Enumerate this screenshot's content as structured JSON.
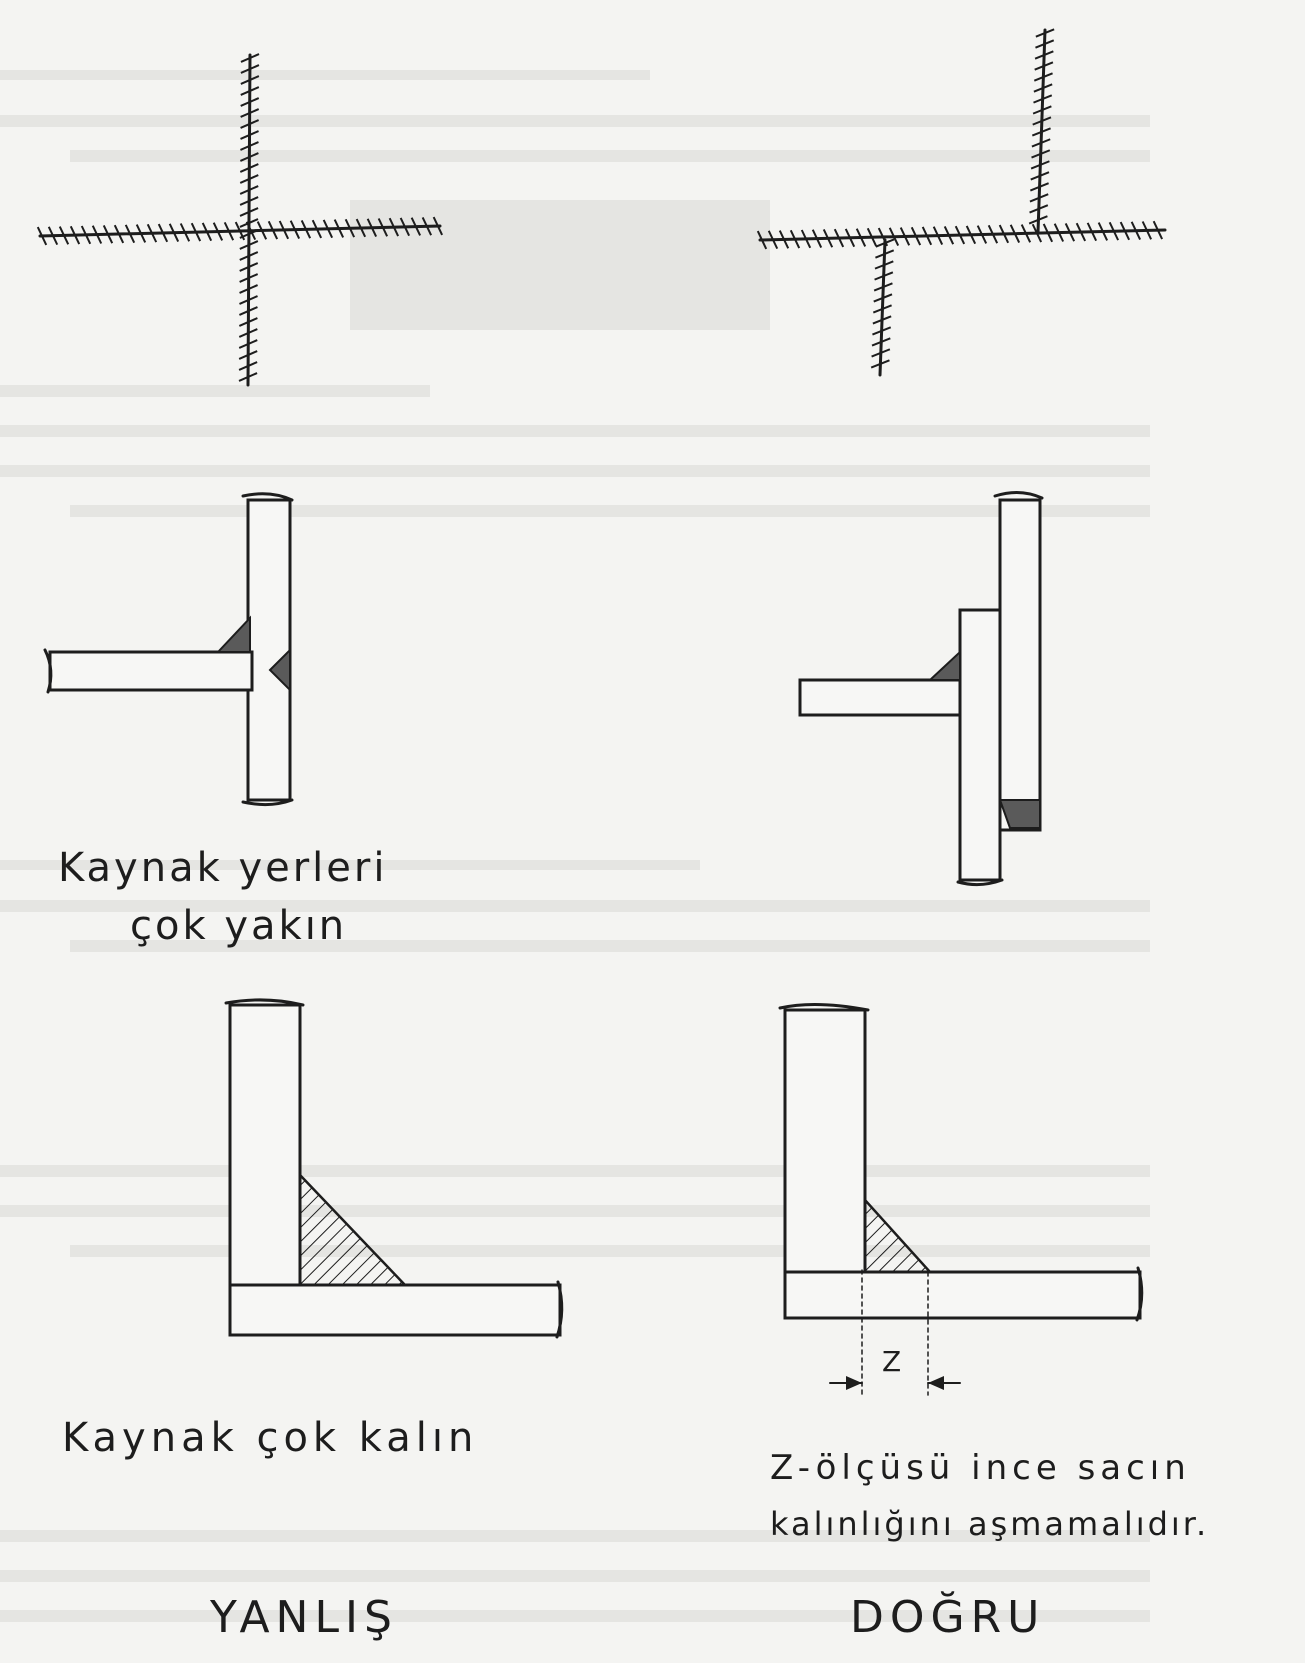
{
  "caption_left_middle_1": "Kaynak yerleri",
  "caption_left_middle_2": "çok yakın",
  "caption_left_bottom": "Kaynak çok kalın",
  "caption_right_bottom_1": "Z-ölçüsü ince sacın",
  "caption_right_bottom_2": "kalınlığını aşmamalıdır.",
  "dimension_label": "Z",
  "verdict_left": "YANLIŞ",
  "verdict_right": "DOĞRU"
}
